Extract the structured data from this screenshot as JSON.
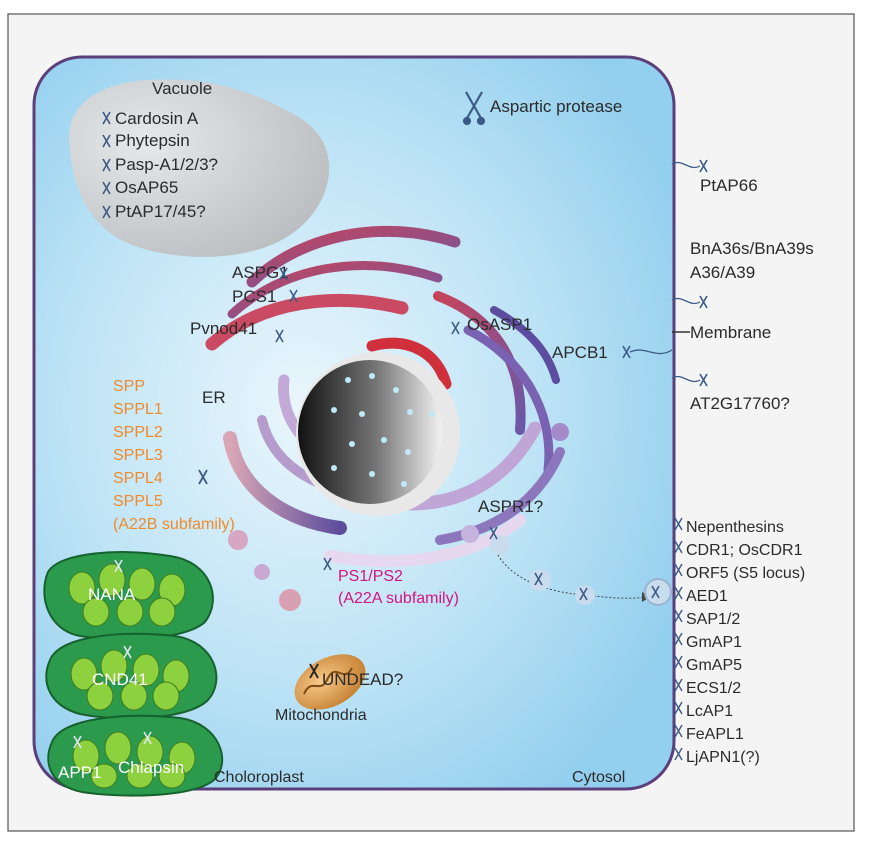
{
  "vacuole": {
    "title": "Vacuole",
    "items": [
      "Cardosin A",
      "Phytepsin",
      "Pasp-A1/2/3?",
      "OsAP65",
      "PtAP17/45?"
    ]
  },
  "legend_label": "Aspartic protease",
  "golgi_labels": {
    "aspg1": "ASPG1",
    "pcs1": "PCS1",
    "pvnod41": "Pvnod41",
    "osasp1": "OsASP1"
  },
  "er_label": "ER",
  "spp_labels": [
    "SPP",
    "SPPL1",
    "SPPL2",
    "SPPL3",
    "SPPL4",
    "SPPL5",
    "(A22B subfamily)"
  ],
  "ps_labels": [
    "PS1/PS2",
    "(A22A subfamily)"
  ],
  "aspr1": "ASPR1?",
  "apcb1": "APCB1",
  "membrane_label": "Membrane",
  "outer_right": {
    "ptap66": "PtAP66",
    "bna1": "BnA36s/BnA39s",
    "bna2": "A36/A39",
    "at2g": "AT2G17760?"
  },
  "cytosol_list": [
    "Nepenthesins",
    "CDR1; OsCDR1",
    "ORF5 (S5 locus)",
    "AED1",
    "SAP1/2",
    "GmAP1",
    "GmAP5",
    "ECS1/2",
    "LcAP1",
    "FeAPL1",
    "LjAPN1(?)"
  ],
  "chloroplasts": [
    "NANA",
    "CND41",
    "APP1",
    "Chlapsin"
  ],
  "mito": {
    "name": "UNDEAD?",
    "label": "Mitochondria"
  },
  "compartments": {
    "choloroplast": "Choloroplast",
    "cytosol": "Cytosol"
  },
  "colors": {
    "cell_fill": "#a9daf2",
    "cell_border": "#5b3f7a",
    "vacuole": "#c9cdd0",
    "chloroplast": "#2c9a4c",
    "thylakoid": "#8ed13f",
    "spp_text": "#ee8a2c",
    "ps_text": "#d4147f"
  }
}
